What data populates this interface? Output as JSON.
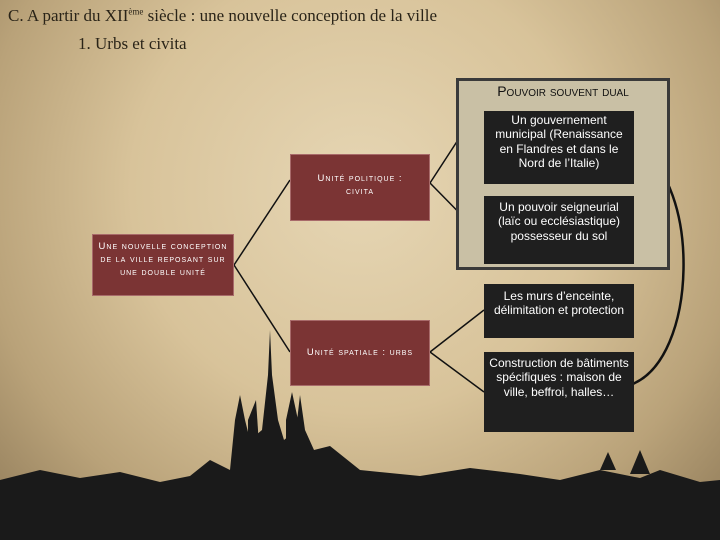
{
  "slide": {
    "title_main": "C. A partir du XII",
    "title_sup": "ème",
    "title_rest": " siècle : une nouvelle conception de la ville",
    "subtitle": "1. Urbs et civita"
  },
  "nodes": {
    "root": "Une nouvelle conception de la ville reposant sur une double unité",
    "unite_politique_1": "Unité politique :",
    "unite_politique_2": "civita",
    "unite_spatiale": "Unité spatiale : urbs",
    "pouvoir_dual": "Pouvoir souvent dual",
    "gouvernement": "Un gouvernement municipal (Renaissance en Flandres et dans le Nord de l’Italie)",
    "seigneurial": "Un pouvoir seigneurial (laïc ou ecclésiastique) possesseur du sol",
    "murs": "Les murs d’enceinte, délimitation et protection",
    "construction": "Construction de bâtiments spécifiques : maison de ville, beffroi, halles…"
  },
  "colors": {
    "red_box": "#7b3434",
    "dark_box": "#1f1f1f",
    "grey_panel": "#c9c0a5",
    "silhouette": "#1a1a1a"
  }
}
